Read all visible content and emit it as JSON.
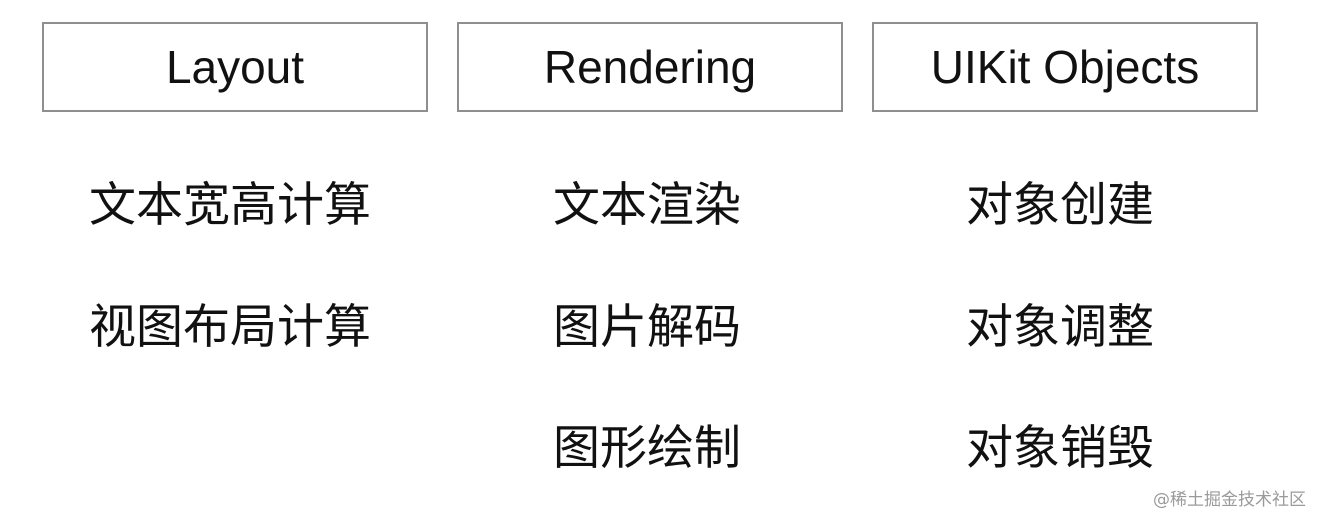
{
  "columns": [
    {
      "title": "Layout",
      "items": [
        "文本宽高计算",
        "视图布局计算"
      ]
    },
    {
      "title": "Rendering",
      "items": [
        "文本渲染",
        "图片解码",
        "图形绘制"
      ]
    },
    {
      "title": "UIKit Objects",
      "items": [
        "对象创建",
        "对象调整",
        "对象销毁"
      ]
    }
  ],
  "watermark": "@稀土掘金技术社区"
}
